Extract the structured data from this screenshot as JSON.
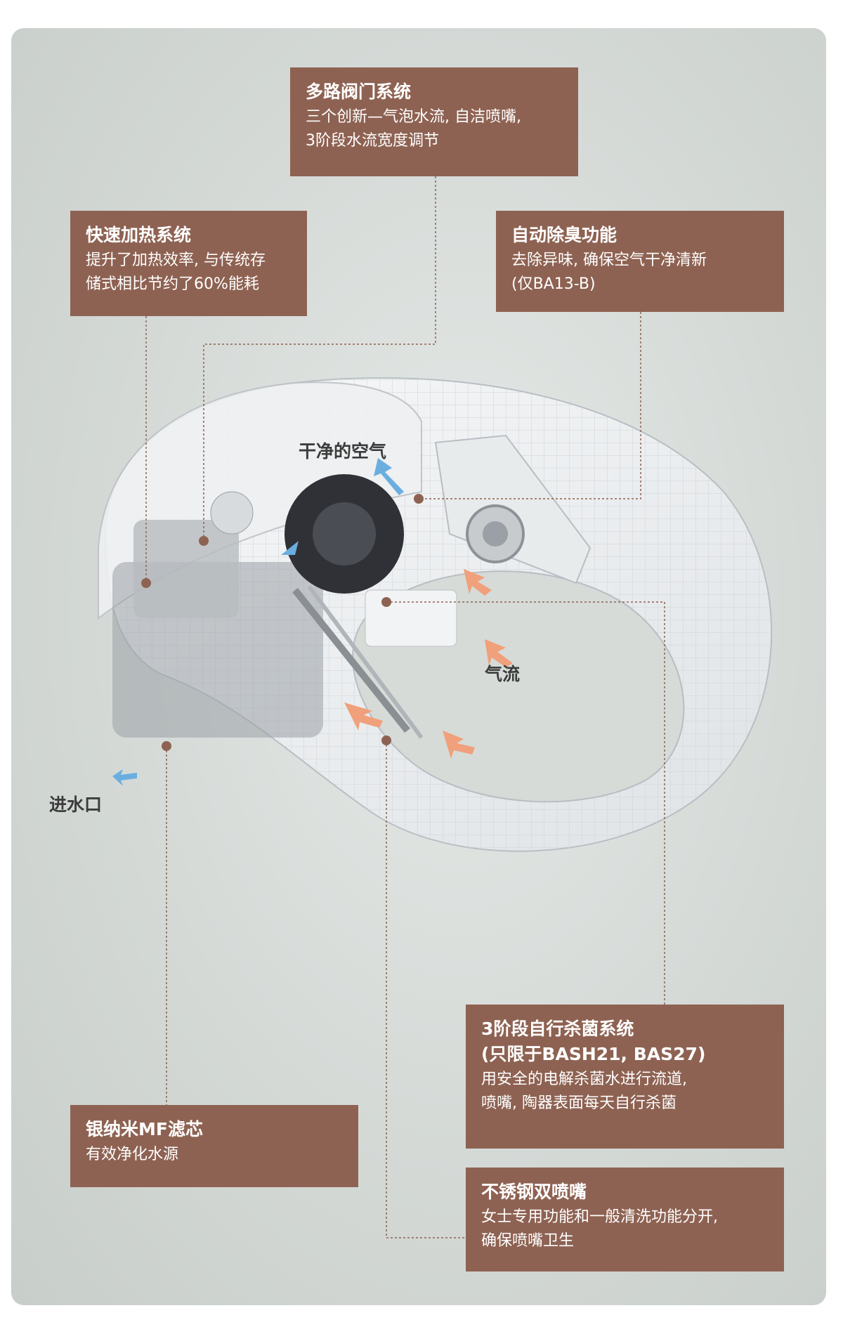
{
  "callouts": {
    "valve": {
      "title": "多路阀门系统",
      "line1": "三个创新—气泡水流, 自洁喷嘴,",
      "line2": "3阶段水流宽度调节"
    },
    "heating": {
      "title": "快速加热系统",
      "line1": "提升了加热效率, 与传统存",
      "line2": "储式相比节约了60%能耗"
    },
    "deodorize": {
      "title": "自动除臭功能",
      "line1": "去除异味, 确保空气干净清新",
      "line2": "(仅BA13-B)"
    },
    "sterilize": {
      "title": "3阶段自行杀菌系统",
      "title2": "(只限于BASH21, BAS27)",
      "line1": "用安全的电解杀菌水进行流道,",
      "line2": "喷嘴, 陶器表面每天自行杀菌"
    },
    "filter": {
      "title": "银纳米MF滤芯",
      "line1": "有效净化水源"
    },
    "nozzle": {
      "title": "不锈钢双喷嘴",
      "line1": "女士专用功能和一般清洗功能分开,",
      "line2": "确保喷嘴卫生"
    }
  },
  "labels": {
    "clean_air": "干净的空气",
    "airflow": "气流",
    "water_inlet": "进水口"
  },
  "colors": {
    "box": "#8e6252",
    "leader": "#8e6252",
    "arrow_blue": "#6aaee0",
    "arrow_orange": "#f0a07a"
  }
}
